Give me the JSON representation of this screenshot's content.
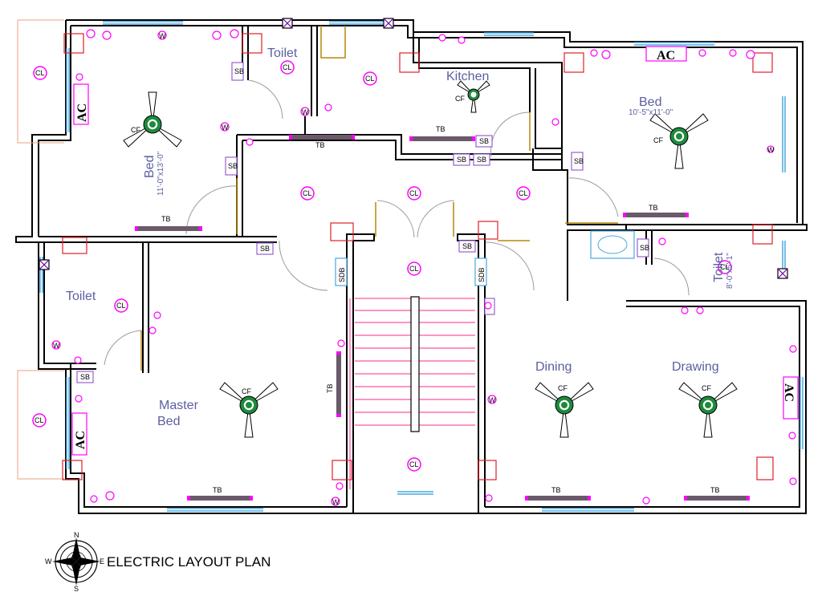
{
  "title": "ELECTRIC LAYOUT PLAN",
  "compass": {
    "n": "N",
    "s": "S",
    "e": "E",
    "w": "W"
  },
  "rooms": {
    "toilet_top": "Toilet",
    "kitchen": "Kitchen",
    "bed_right": "Bed",
    "bed_right_dim": "10'-5\"x11'-0\"",
    "bed_left": "Bed",
    "bed_left_dim": "11'-0\"x13'-0\"",
    "toilet_left": "Toilet",
    "master1": "Master",
    "master2": "Bed",
    "dining": "Dining",
    "drawing": "Drawing",
    "toilet_right": "Toilet",
    "toilet_right_dim": "8'-0\"x5'-1\""
  },
  "symbols": {
    "cl": "CL",
    "cf": "CF",
    "tb": "TB",
    "ac": "AC",
    "sdb": "SDB",
    "sb": "SB",
    "w": "W"
  },
  "colors": {
    "wall": "#000000",
    "marker": "#ff00ff",
    "tube": "#6a5a6a",
    "column": "#e0202a",
    "window": "#4aa8e0",
    "fan": "#1e8a3c",
    "stair": "#ff2a8a",
    "door": "#9a9a9a",
    "frame": "#b8860b"
  }
}
